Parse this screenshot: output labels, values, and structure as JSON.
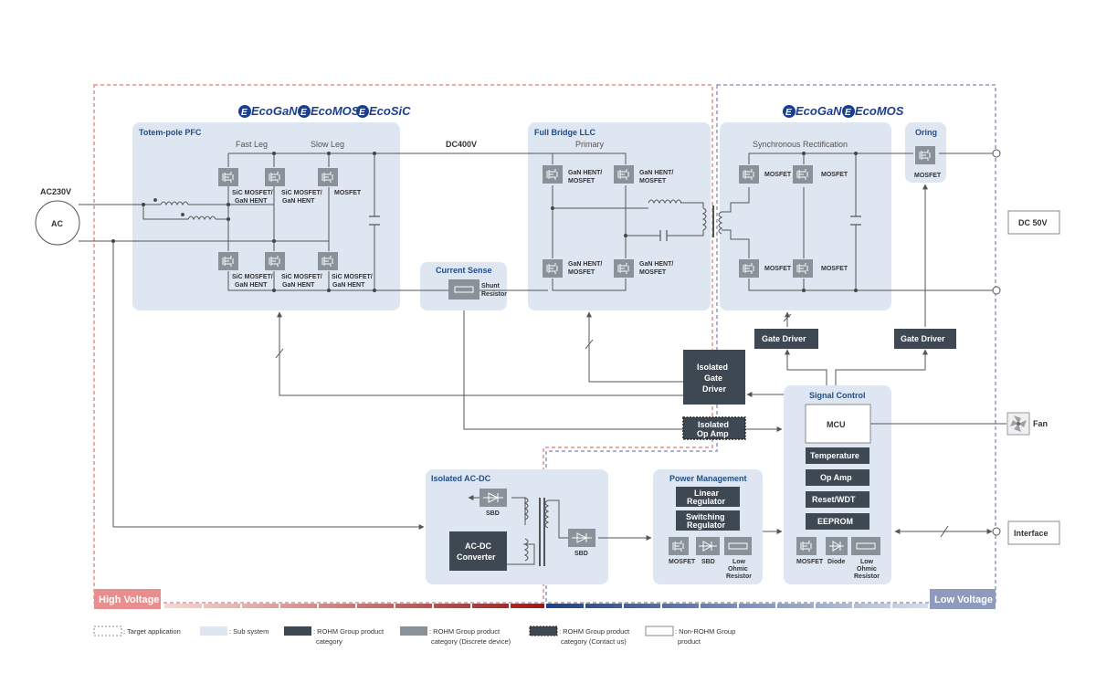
{
  "brands": {
    "ecogan": "EcoGaN",
    "ecomos": "EcoMOS",
    "ecosic": "EcoSiC"
  },
  "labels": {
    "ac_input": "AC230V",
    "ac_source": "AC",
    "dc_bus": "DC400V",
    "dc_output": "DC 50V",
    "fan": "Fan",
    "interface": "Interface",
    "high_voltage": "High Voltage",
    "low_voltage": "Low Voltage"
  },
  "blocks": {
    "pfc": {
      "title": "Totem-pole PFC",
      "fast_leg": "Fast Leg",
      "slow_leg": "Slow Leg",
      "dev_top1": [
        "SiC MOSFET/",
        "GaN HENT"
      ],
      "dev_top2": [
        "SiC MOSFET/",
        "GaN HENT"
      ],
      "dev_top3": "MOSFET",
      "dev_bot1": [
        "SiC MOSFET/",
        "GaN HENT"
      ],
      "dev_bot2": [
        "SiC MOSFET/",
        "GaN HENT"
      ],
      "dev_bot3": [
        "SiC MOSFET/",
        "GaN HENT"
      ]
    },
    "current_sense": {
      "title": "Current Sense",
      "shunt": [
        "Shunt",
        "Resistor"
      ]
    },
    "llc": {
      "title": "Full Bridge LLC",
      "primary": "Primary",
      "dev": [
        "GaN HENT/",
        "MOSFET"
      ]
    },
    "sync_rect": {
      "title": "Synchronous Rectification",
      "dev": "MOSFET"
    },
    "oring": {
      "title": "Oring",
      "dev": "MOSFET"
    },
    "gate_driver_1": "Gate Driver",
    "gate_driver_2": "Gate Driver",
    "isolated_gate_driver": [
      "Isolated",
      "Gate",
      "Driver"
    ],
    "isolated_op_amp": [
      "Isolated",
      "Op Amp"
    ],
    "signal_control": {
      "title": "Signal Control",
      "mcu": "MCU",
      "items": [
        "Temperature",
        "Op Amp",
        "Reset/WDT",
        "EEPROM"
      ],
      "devs": [
        "MOSFET",
        "Diode",
        "Low",
        "Ohmic",
        "Resistor"
      ]
    },
    "isolated_acdc": {
      "title": "Isolated AC-DC",
      "sbd_top": "SBD",
      "converter": [
        "AC-DC",
        "Converter"
      ],
      "sbd_out": "SBD"
    },
    "power_mgmt": {
      "title": "Power Management",
      "linear": [
        "Linear",
        "Regulator"
      ],
      "switching": [
        "Switching",
        "Regulator"
      ],
      "devs": [
        "MOSFET",
        "SBD",
        "Low",
        "Ohmic",
        "Resistor"
      ]
    }
  },
  "legend": {
    "target": ": Target application",
    "subsystem": ": Sub system",
    "rohm_product": [
      ": ROHM Group product",
      "category"
    ],
    "rohm_discrete": [
      ": ROHM Group product",
      "category (Discrete device)"
    ],
    "rohm_contact": [
      ": ROHM Group product",
      "category (Contact us)"
    ],
    "non_rohm": [
      ": Non-ROHM Group",
      "product"
    ]
  },
  "colors": {
    "subsystem": "#dde6f1",
    "rohm_dark": "#3e4852",
    "rohm_discrete": "#8a9299",
    "high_voltage": "#e98e8e",
    "low_voltage": "#8f9bbd",
    "title_blue": "#1f4e8c"
  }
}
